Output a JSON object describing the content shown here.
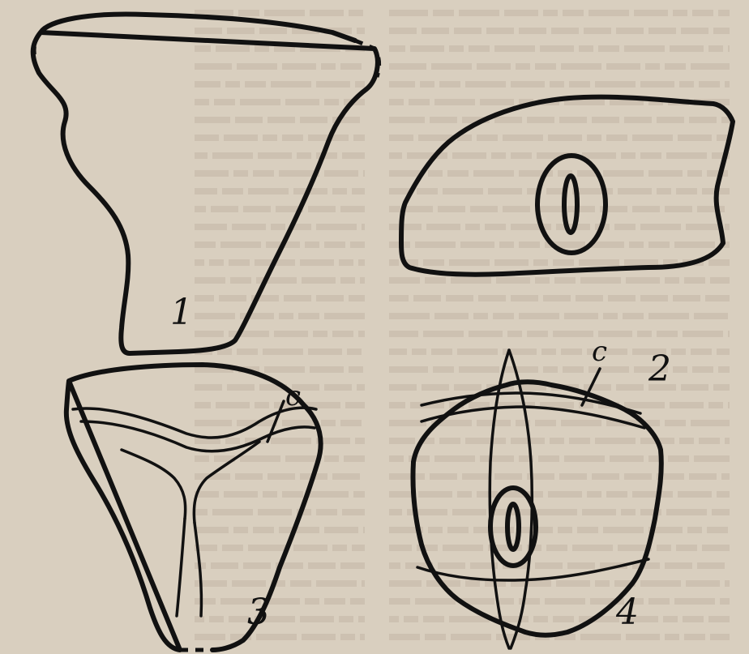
{
  "figures": [
    {
      "id": "figure-1",
      "number": "1"
    },
    {
      "id": "figure-2",
      "number": "2"
    },
    {
      "id": "figure-3",
      "number": "3",
      "label": "c"
    },
    {
      "id": "figure-4",
      "number": "4",
      "label": "c"
    }
  ],
  "colors": {
    "paper": "#d9cfbf",
    "ink": "#111111",
    "faded_text": "#b9ae9c"
  }
}
